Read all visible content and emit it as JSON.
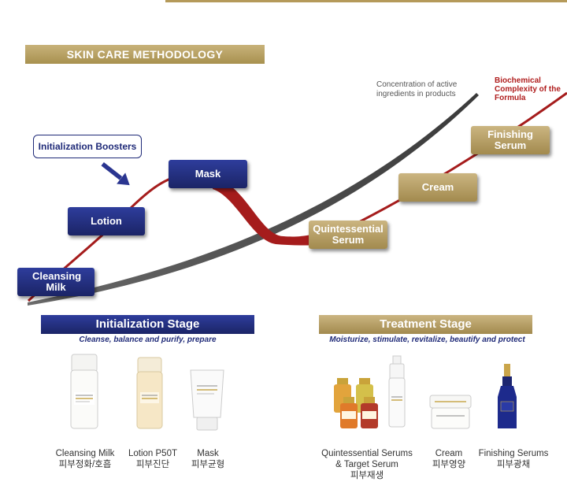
{
  "banner": {
    "title": "SKIN CARE METHODOLOGY"
  },
  "curve_labels": {
    "concentration": "Concentration of active ingredients in products",
    "complexity": "Biochemical Complexity of the Formula"
  },
  "booster_label": "Initialization Boosters",
  "steps": {
    "cleansing": "Cleansing Milk",
    "lotion": "Lotion",
    "mask": "Mask",
    "quintessential": "Quintessential Serum",
    "cream": "Cream",
    "finishing": "Finishing Serum"
  },
  "stages": {
    "initialization": {
      "title": "Initialization Stage",
      "subtitle": "Cleanse, balance and purify, prepare"
    },
    "treatment": {
      "title": "Treatment Stage",
      "subtitle": "Moisturize, stimulate, revitalize, beautify and protect"
    }
  },
  "products": {
    "cleansing_milk": {
      "name": "Cleansing Milk",
      "korean": "피부정화/호흡"
    },
    "lotion_p50t": {
      "name": "Lotion P50T",
      "korean": "피부진단"
    },
    "mask": {
      "name": "Mask",
      "korean": "피부균형"
    },
    "quintessential_serums": {
      "name_line1": "Quintessential Serums",
      "name_line2": "& Target Serum",
      "korean": "피부재생"
    },
    "cream": {
      "name": "Cream",
      "korean": "피부영양"
    },
    "finishing_serums": {
      "name": "Finishing Serums",
      "korean": "피부광채"
    }
  },
  "colors": {
    "navy": "#1f2a78",
    "gold": "#b59a5a",
    "red_curve": "#a51c1c",
    "gray_curve": "#555555"
  }
}
